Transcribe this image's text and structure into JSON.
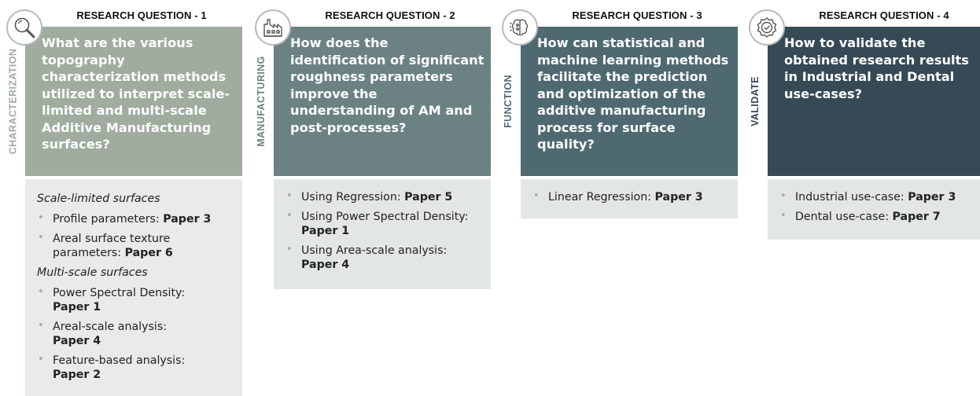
{
  "colors": {
    "rq1_question_bg": "#9fac9e",
    "rq2_question_bg": "#6c8282",
    "rq3_question_bg": "#4f6971",
    "rq4_question_bg": "#364a56",
    "rq1_details_bg": "#e8ebe7",
    "rq2_details_bg": "#e3e6e6",
    "rq3_details_bg": "#e3e6e6",
    "rq4_details_bg": "#e3e6e6",
    "rq1_side_label": "#9fac9e",
    "rq2_side_label": "#6c8282",
    "rq3_side_label": "#4f6971",
    "rq4_side_label": "#364a56"
  },
  "rq1": {
    "header": "RESEARCH QUESTION - 1",
    "side_label": "CHARACTERIZATION",
    "icon": "magnifier-icon",
    "question": "What are the various topography characterization methods utilized to interpret scale-limited and multi-scale Additive Manufacturing surfaces?",
    "groups": [
      {
        "heading": "Scale-limited surfaces",
        "items": [
          {
            "text": "Profile parameters: ",
            "paper": "Paper 3"
          },
          {
            "text": "Areal surface texture parameters: ",
            "paper": "Paper 6"
          }
        ]
      },
      {
        "heading": "Multi-scale surfaces",
        "items": [
          {
            "text": "Power Spectral Density:",
            "paper": "Paper 1"
          },
          {
            "text": "Areal-scale analysis:",
            "paper": "Paper 4"
          },
          {
            "text": "Feature-based analysis:",
            "paper": "Paper 2"
          }
        ]
      }
    ]
  },
  "rq2": {
    "header": "RESEARCH QUESTION - 2",
    "side_label": "MANUFACTURING",
    "icon": "factory-icon",
    "question": "How does the identification of significant roughness parameters improve the understanding of AM and post-processes?",
    "items": [
      {
        "text": "Using Regression: ",
        "paper": "Paper 5"
      },
      {
        "text": "Using Power Spectral Density:",
        "paper": "Paper 1"
      },
      {
        "text": "Using Area-scale analysis:",
        "paper": "Paper 4"
      }
    ]
  },
  "rq3": {
    "header": "RESEARCH QUESTION - 3",
    "side_label": "FUNCTION",
    "icon": "brain-icon",
    "question": "How can statistical and machine learning methods facilitate the prediction and optimization of the additive manufacturing process for surface quality?",
    "items": [
      {
        "text": "Linear Regression: ",
        "paper": "Paper 3"
      }
    ]
  },
  "rq4": {
    "header": "RESEARCH QUESTION - 4",
    "side_label": "VALIDATE",
    "icon": "check-badge-icon",
    "question": "How to validate the obtained research results in Industrial and Dental use-cases?",
    "items": [
      {
        "text": "Industrial use-case: ",
        "paper": "Paper 3"
      },
      {
        "text": "Dental use-case: ",
        "paper": "Paper 7"
      }
    ]
  }
}
